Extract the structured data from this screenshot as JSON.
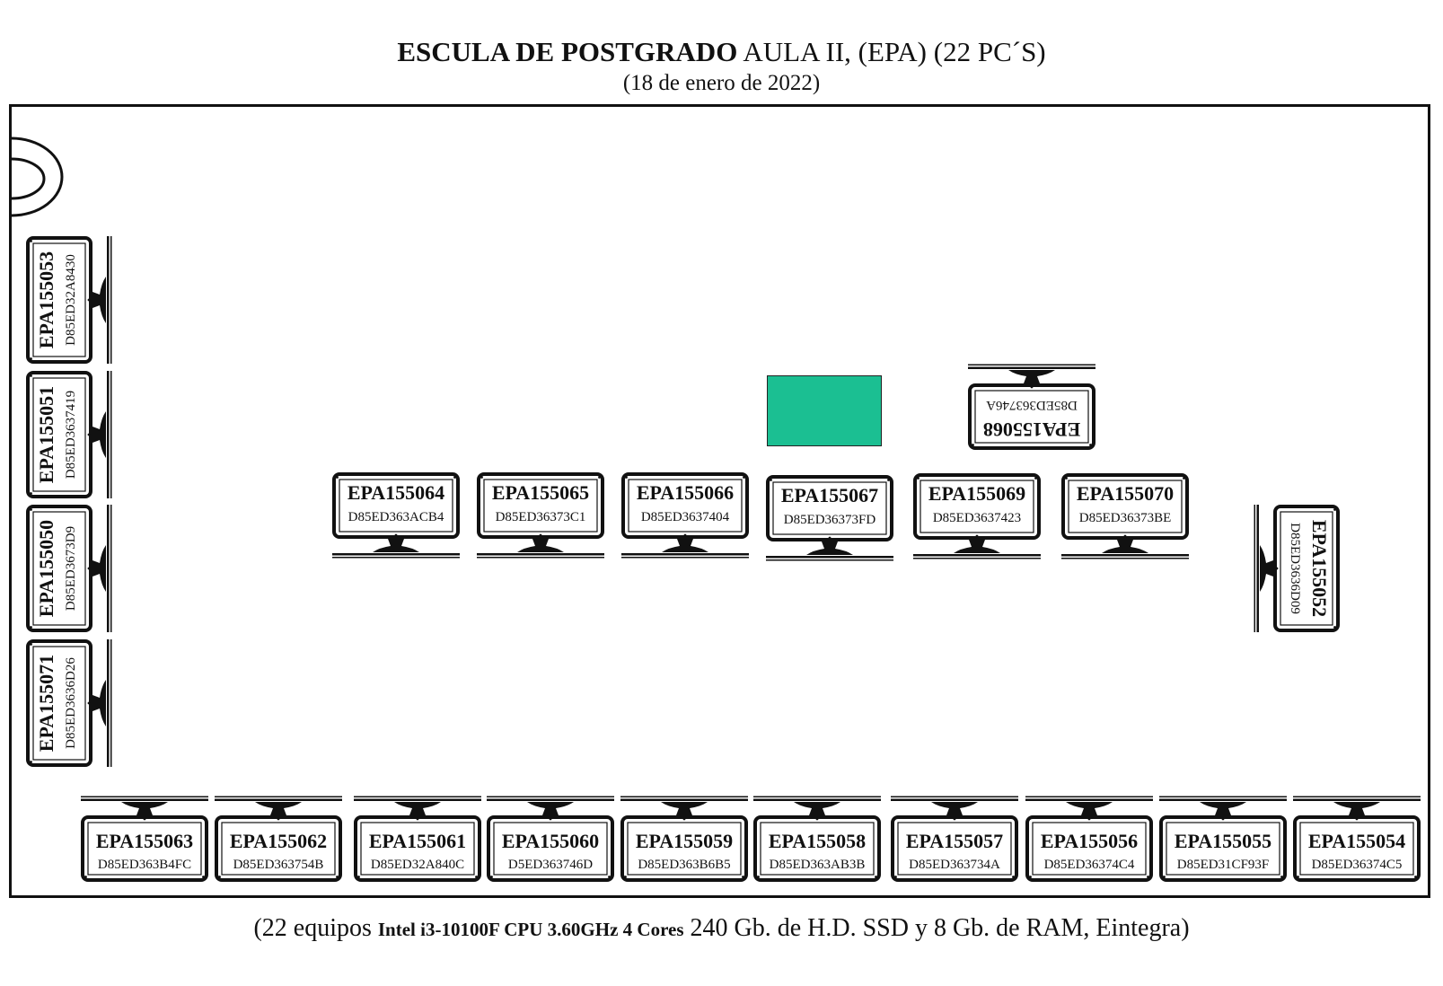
{
  "header": {
    "title_bold": "ESCULA DE POSTGRADO",
    "title_rest": " AULA II, (EPA) (22 PC´S)",
    "date": "(18 de enero de 2022)"
  },
  "footer": {
    "prefix": "(22 equipos ",
    "cpu": "Intel i3-10100F CPU 3.60GHz 4 Cores",
    "suffix": "   240 Gb. de H.D. SSD y 8 Gb. de RAM, Eintegra)"
  },
  "icons": {
    "door": "door-arc-icon",
    "monitor": "monitor-icon",
    "desk": "teacher-desk"
  },
  "colors": {
    "teacher_desk": "#1bbf92",
    "ink": "#111111"
  },
  "stations": {
    "left": [
      {
        "name": "EPA155053",
        "mac": "D85ED32A8430"
      },
      {
        "name": "EPA155051",
        "mac": "D85ED3637419"
      },
      {
        "name": "EPA155050",
        "mac": "D85ED3673D9"
      },
      {
        "name": "EPA155071",
        "mac": "D85ED3636D26"
      }
    ],
    "middle": [
      {
        "name": "EPA155064",
        "mac": "D85ED363ACB4"
      },
      {
        "name": "EPA155065",
        "mac": "D85ED36373C1"
      },
      {
        "name": "EPA155066",
        "mac": "D85ED3637404"
      },
      {
        "name": "EPA155067",
        "mac": "D85ED36373FD"
      },
      {
        "name": "EPA155069",
        "mac": "D85ED3637423"
      },
      {
        "name": "EPA155070",
        "mac": "D85ED36373BE"
      }
    ],
    "upper": {
      "name": "EPA155068",
      "mac": "D85ED363746A"
    },
    "right": {
      "name": "EPA155052",
      "mac": "D85ED3636D09"
    },
    "bottom": [
      {
        "name": "EPA155063",
        "mac": "D85ED363B4FC"
      },
      {
        "name": "EPA155062",
        "mac": "D85ED363754B"
      },
      {
        "name": "EPA155061",
        "mac": "D85ED32A840C"
      },
      {
        "name": "EPA155060",
        "mac": "D5ED363746D"
      },
      {
        "name": "EPA155059",
        "mac": "D85ED363B6B5"
      },
      {
        "name": "EPA155058",
        "mac": "D85ED363AB3B"
      },
      {
        "name": "EPA155057",
        "mac": "D85ED363734A"
      },
      {
        "name": "EPA155056",
        "mac": "D85ED36374C4"
      },
      {
        "name": "EPA155055",
        "mac": "D85ED31CF93F"
      },
      {
        "name": "EPA155054",
        "mac": "D85ED36374C5"
      }
    ]
  }
}
